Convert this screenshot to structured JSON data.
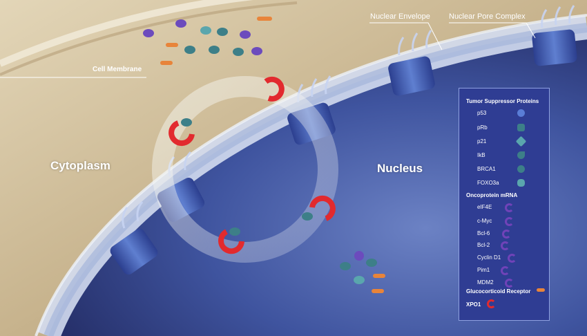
{
  "labels": {
    "cell_membrane": "Cell Membrane",
    "nuclear_envelope": "Nuclear Envelope",
    "nuclear_pore_complex": "Nuclear Pore Complex",
    "cytoplasm": "Cytoplasm",
    "nucleus": "Nucleus"
  },
  "legend": {
    "tsp_heading": "Tumor Suppressor Proteins",
    "tsp_items": [
      "p53",
      "pRb",
      "p21",
      "IkB",
      "BRCA1",
      "FOXO3a"
    ],
    "onco_heading": "Oncoprotein mRNA",
    "onco_items": [
      "eIF4E",
      "c-Myc",
      "Bcl-6",
      "Bcl-2",
      "Cyclin D1",
      "Pim1",
      "MDM2"
    ],
    "gr_label": "Glucocorticoid Receptor",
    "xpo_label": "XPO1"
  },
  "colors": {
    "cytoplasm": "#c9b896",
    "nucleus": "#3b4f9e",
    "envelope": "#b8c6e3",
    "pore": "#3e5cb0",
    "legend_bg": "#2f3d93",
    "xpo1": "#e22a2e",
    "tsp": "#3d7f88",
    "mrna": "#7043b8",
    "gr": "#e8843a"
  }
}
